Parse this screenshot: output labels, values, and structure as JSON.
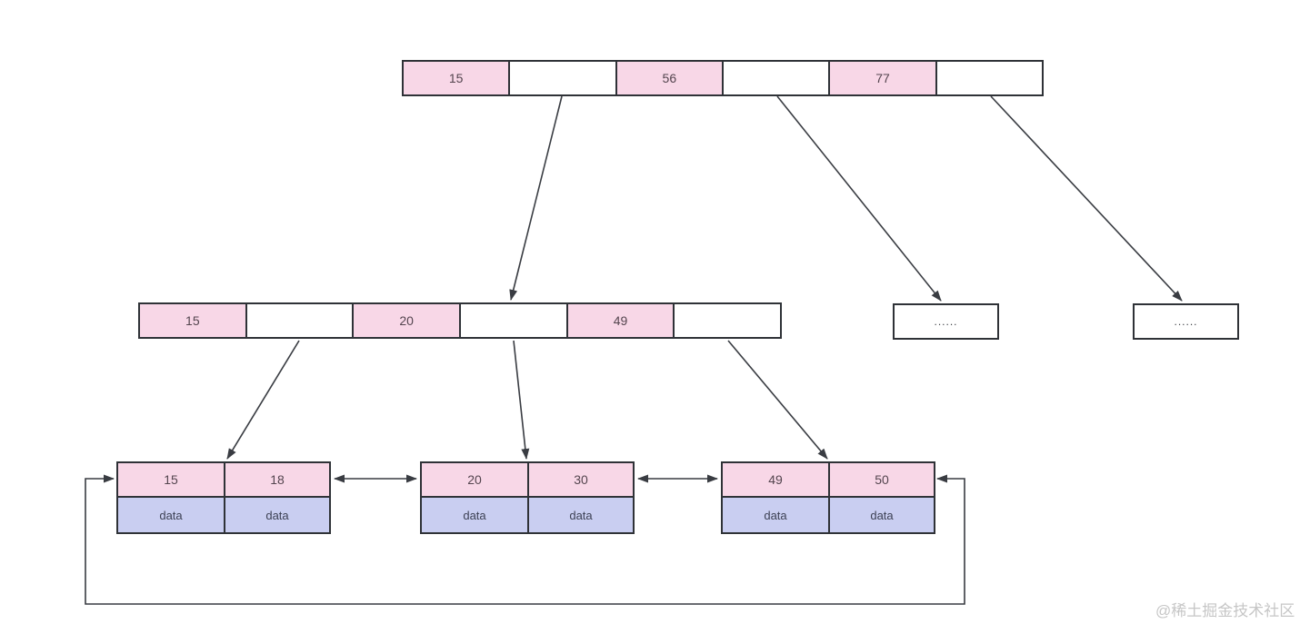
{
  "diagram": {
    "type": "bplus-tree-index",
    "root_node": {
      "cells": [
        "15",
        "",
        "56",
        "",
        "77",
        ""
      ]
    },
    "internal_node": {
      "cells": [
        "15",
        "",
        "20",
        "",
        "49",
        ""
      ]
    },
    "ellipsis_nodes": [
      "......",
      "......"
    ],
    "leaves": [
      {
        "keys": [
          "15",
          "18"
        ],
        "data": [
          "data",
          "data"
        ]
      },
      {
        "keys": [
          "20",
          "30"
        ],
        "data": [
          "data",
          "data"
        ]
      },
      {
        "keys": [
          "49",
          "50"
        ],
        "data": [
          "data",
          "data"
        ]
      }
    ],
    "colors": {
      "key_cell_fill": "#f8d7e7",
      "data_cell_fill": "#c9cef1",
      "node_border": "#2f3237",
      "arrow_line": "#393c42",
      "key_text": "#54454f",
      "data_text": "#3d4154",
      "watermark_text": "#c6c6c6"
    }
  },
  "watermark": "@稀土掘金技术社区"
}
